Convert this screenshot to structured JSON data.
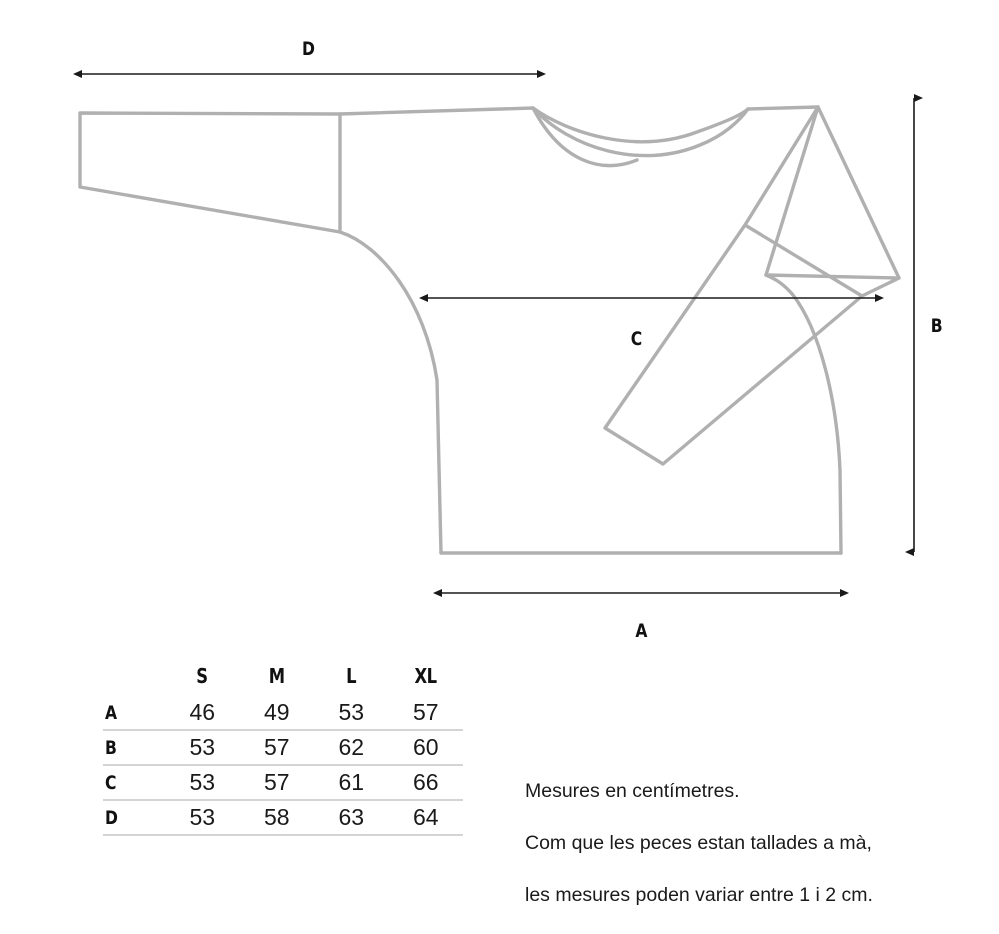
{
  "diagram": {
    "title": "Garment measurement diagram",
    "garment": "long-sleeve top",
    "line_color": "#b0b0b0",
    "dimension_color": "#1a1a1a",
    "labels": {
      "a": "A",
      "b": "B",
      "c": "C",
      "d": "D"
    },
    "dimension_meanings": {
      "a": "hem width",
      "b": "total length",
      "c": "chest width",
      "d": "sleeve length"
    }
  },
  "table": {
    "corner_label": "",
    "columns": [
      "S",
      "M",
      "L",
      "XL"
    ],
    "rows": [
      {
        "label": "A",
        "values": [
          "46",
          "49",
          "53",
          "57"
        ]
      },
      {
        "label": "B",
        "values": [
          "53",
          "57",
          "62",
          "60"
        ]
      },
      {
        "label": "C",
        "values": [
          "53",
          "57",
          "61",
          "66"
        ]
      },
      {
        "label": "D",
        "values": [
          "53",
          "58",
          "63",
          "64"
        ]
      }
    ]
  },
  "notes": {
    "line1": "Mesures en centímetres.",
    "line2": "Com que les peces estan tallades a mà,",
    "line3": "les mesures poden variar entre 1 i 2 cm."
  }
}
